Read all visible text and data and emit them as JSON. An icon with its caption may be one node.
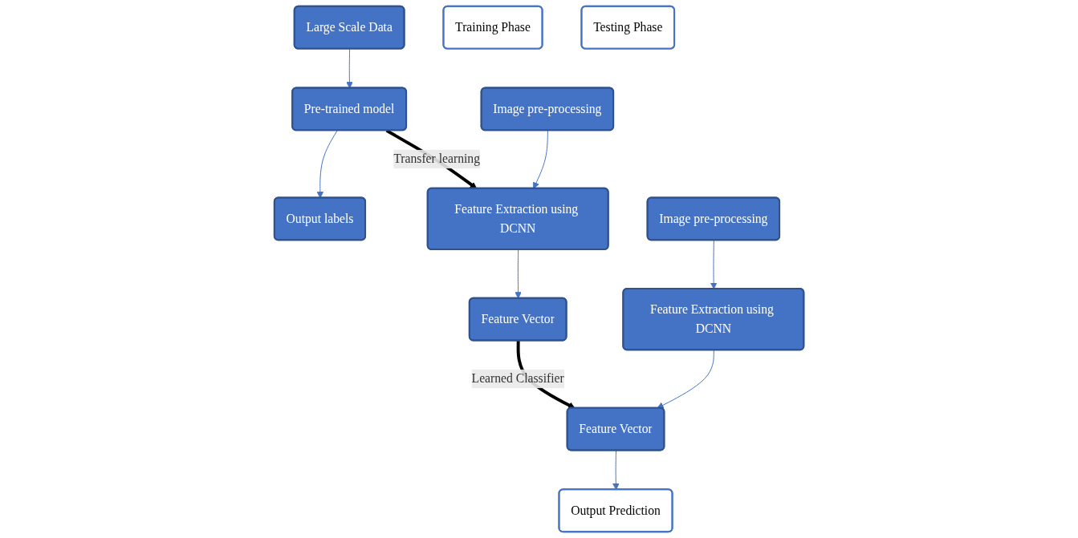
{
  "diagram": {
    "nodes": [
      {
        "text": [
          "Large Scale Data"
        ]
      },
      {
        "text": [
          "Pre-trained model"
        ]
      },
      {
        "text": [
          "Output labels"
        ]
      },
      {
        "text": [
          "Training Phase"
        ]
      },
      {
        "text": [
          "Image pre-processing"
        ]
      },
      {
        "text": [
          "Feature Extraction using DCNN"
        ]
      },
      {
        "text": [
          "Feature Vector"
        ]
      },
      {
        "text": [
          "Testing Phase"
        ]
      },
      {
        "text": [
          "Image pre-processing"
        ]
      },
      {
        "text": [
          "Feature Extraction using DCNN"
        ]
      },
      {
        "text": [
          "Feature Vector"
        ]
      },
      {
        "text": [
          "Output Prediction"
        ]
      }
    ],
    "edges": [
      {
        "from": 0,
        "to": 1,
        "arrow": "to"
      },
      {
        "from": 1,
        "to": 2,
        "arrow": "to"
      },
      {
        "from": 1,
        "to": 5,
        "arrow": "to",
        "label": "Transfer learning",
        "style": "thick",
        "color": "#000000"
      },
      {
        "from": 4,
        "to": 5,
        "arrow": "to"
      },
      {
        "from": 5,
        "to": 6,
        "arrow": "to"
      },
      {
        "from": 6,
        "to": 10,
        "arrow": "to",
        "label": "Learned Classifier",
        "style": "thick",
        "color": "#000000"
      },
      {
        "from": 8,
        "to": 9,
        "arrow": "to"
      },
      {
        "from": 9,
        "to": 10,
        "arrow": "to"
      },
      {
        "from": 10,
        "to": 11,
        "arrow": "to"
      }
    ]
  }
}
